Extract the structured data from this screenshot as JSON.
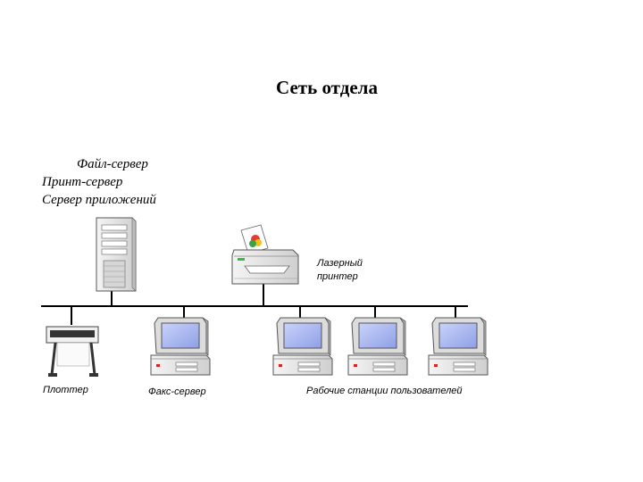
{
  "title": "Сеть отдела",
  "server_labels": [
    "Файл-сервер",
    "Принт-сервер",
    "Сервер приложений"
  ],
  "printer_label": [
    "Лазерный",
    "принтер"
  ],
  "plotter_label": "Плоттер",
  "fax_label": "Факс-сервер",
  "workstations_label": "Рабочие станции пользователей",
  "colors": {
    "screen": "#a9b8f0",
    "case": "#e6e6e6",
    "outline": "#555555",
    "led": "#e02020"
  }
}
